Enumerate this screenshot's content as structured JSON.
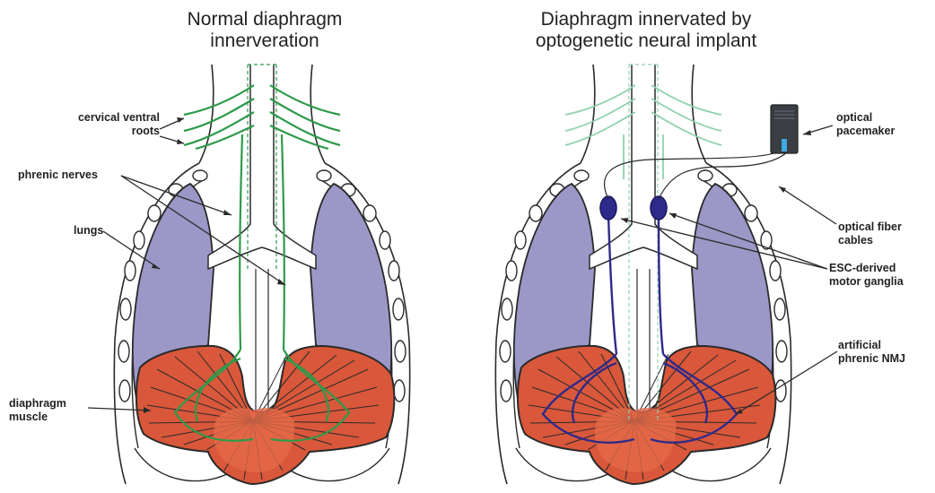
{
  "titles": {
    "left": [
      "Normal diaphragm",
      "innerveration"
    ],
    "right": [
      "Diaphragm innervated by",
      "optogenetic neural implant"
    ]
  },
  "labels_left": {
    "cervical_ventral_roots": [
      "cervical ventral",
      "roots"
    ],
    "phrenic_nerves": "phrenic nerves",
    "lungs": "lungs",
    "diaphragm_muscle": [
      "diaphragm",
      "muscle"
    ]
  },
  "labels_right": {
    "optical_pacemaker": [
      "optical",
      "pacemaker"
    ],
    "optical_fiber_cables": [
      "optical fiber",
      "cables"
    ],
    "esc_derived_motor_ganglia": [
      "ESC-derived",
      "motor ganglia"
    ],
    "artificial_phrenic_nmj": [
      "artificial",
      "phrenic NMJ"
    ]
  },
  "colors": {
    "lung": "#9b98c8",
    "diaphragm": "#d9573a",
    "normal_nerve": "#2e9a4a",
    "faded_nerve": "#8fd1ad",
    "implant_nerve": "#2e2a8a",
    "outline": "#2a2a2a",
    "pacemaker": "#3a3d44",
    "pacemaker_led": "#3fa9e0"
  }
}
